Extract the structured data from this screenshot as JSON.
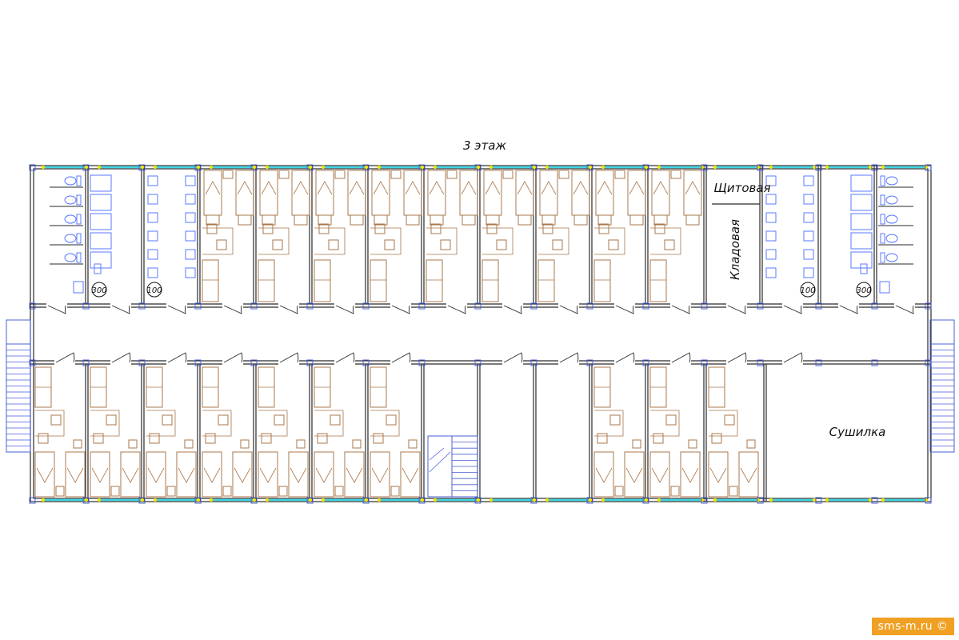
{
  "title": "3 этаж",
  "labels": {
    "electrical_room": "Щитовая",
    "storage_room": "Кладовая",
    "drying_room": "Сушилка"
  },
  "badges": {
    "left_wc": "300",
    "left_wash": "100",
    "right_wash": "100",
    "right_wc": "300"
  },
  "watermark": "sms-m.ru ©",
  "colors": {
    "wall": "#2a2a2a",
    "furniture": "#a9774b",
    "sanitary": "#5a78ff",
    "window": "#3fd6e3",
    "window_joint": "#f2e600",
    "column": "#4a5fd8"
  }
}
